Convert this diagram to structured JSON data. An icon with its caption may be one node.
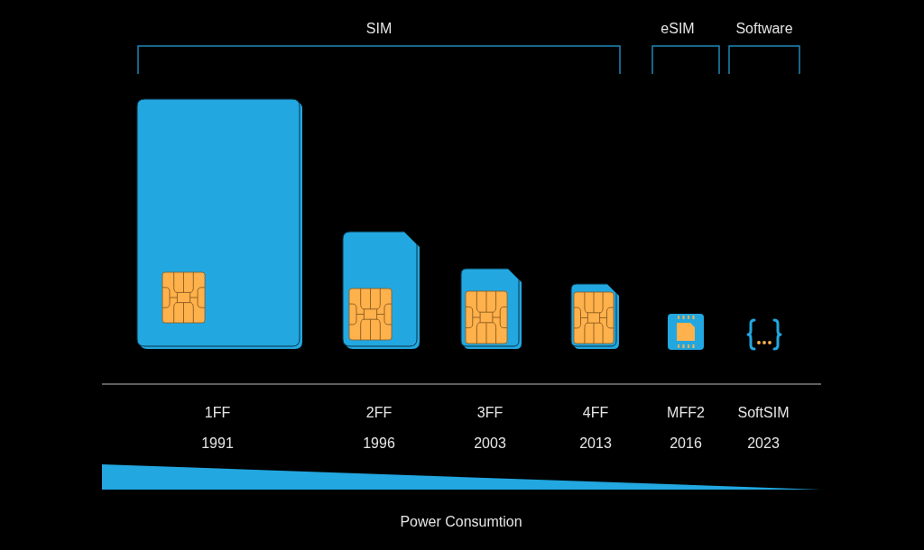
{
  "diagram": {
    "nodes": [
      {
        "text": [],
        "shape": "triangle",
        "beside": [
          "Power Consumtion"
        ]
      }
    ],
    "labels": [
      "SIM",
      "eSIM",
      "Software",
      "1FF",
      "2FF",
      "3FF",
      "4FF",
      "MFF2",
      "SoftSIM",
      "1991",
      "1996",
      "2003",
      "2013",
      "2016",
      "2023"
    ]
  }
}
